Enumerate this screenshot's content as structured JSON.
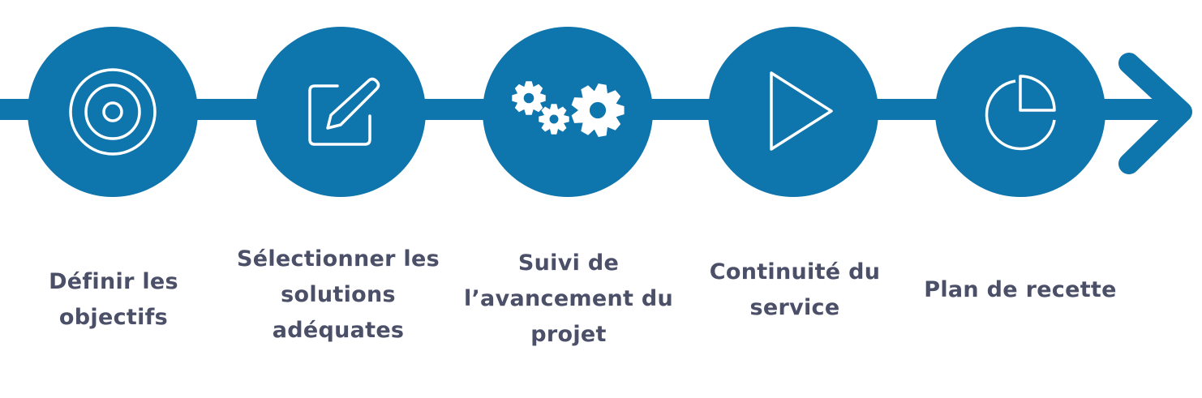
{
  "colors": {
    "primary": "#0f75ad",
    "icon_stroke": "#ffffff",
    "label_text": "#4b5068",
    "background": "#ffffff"
  },
  "steps": [
    {
      "icon": "target-icon",
      "label": "Définir les\nobjectifs"
    },
    {
      "icon": "edit-icon",
      "label": "Sélectionner les\nsolutions\nadéquates"
    },
    {
      "icon": "gears-icon",
      "label": "Suivi de\nl’avancement du\nprojet"
    },
    {
      "icon": "play-icon",
      "label": "Continuité du\nservice"
    },
    {
      "icon": "pie-chart-icon",
      "label": "Plan de recette"
    }
  ]
}
